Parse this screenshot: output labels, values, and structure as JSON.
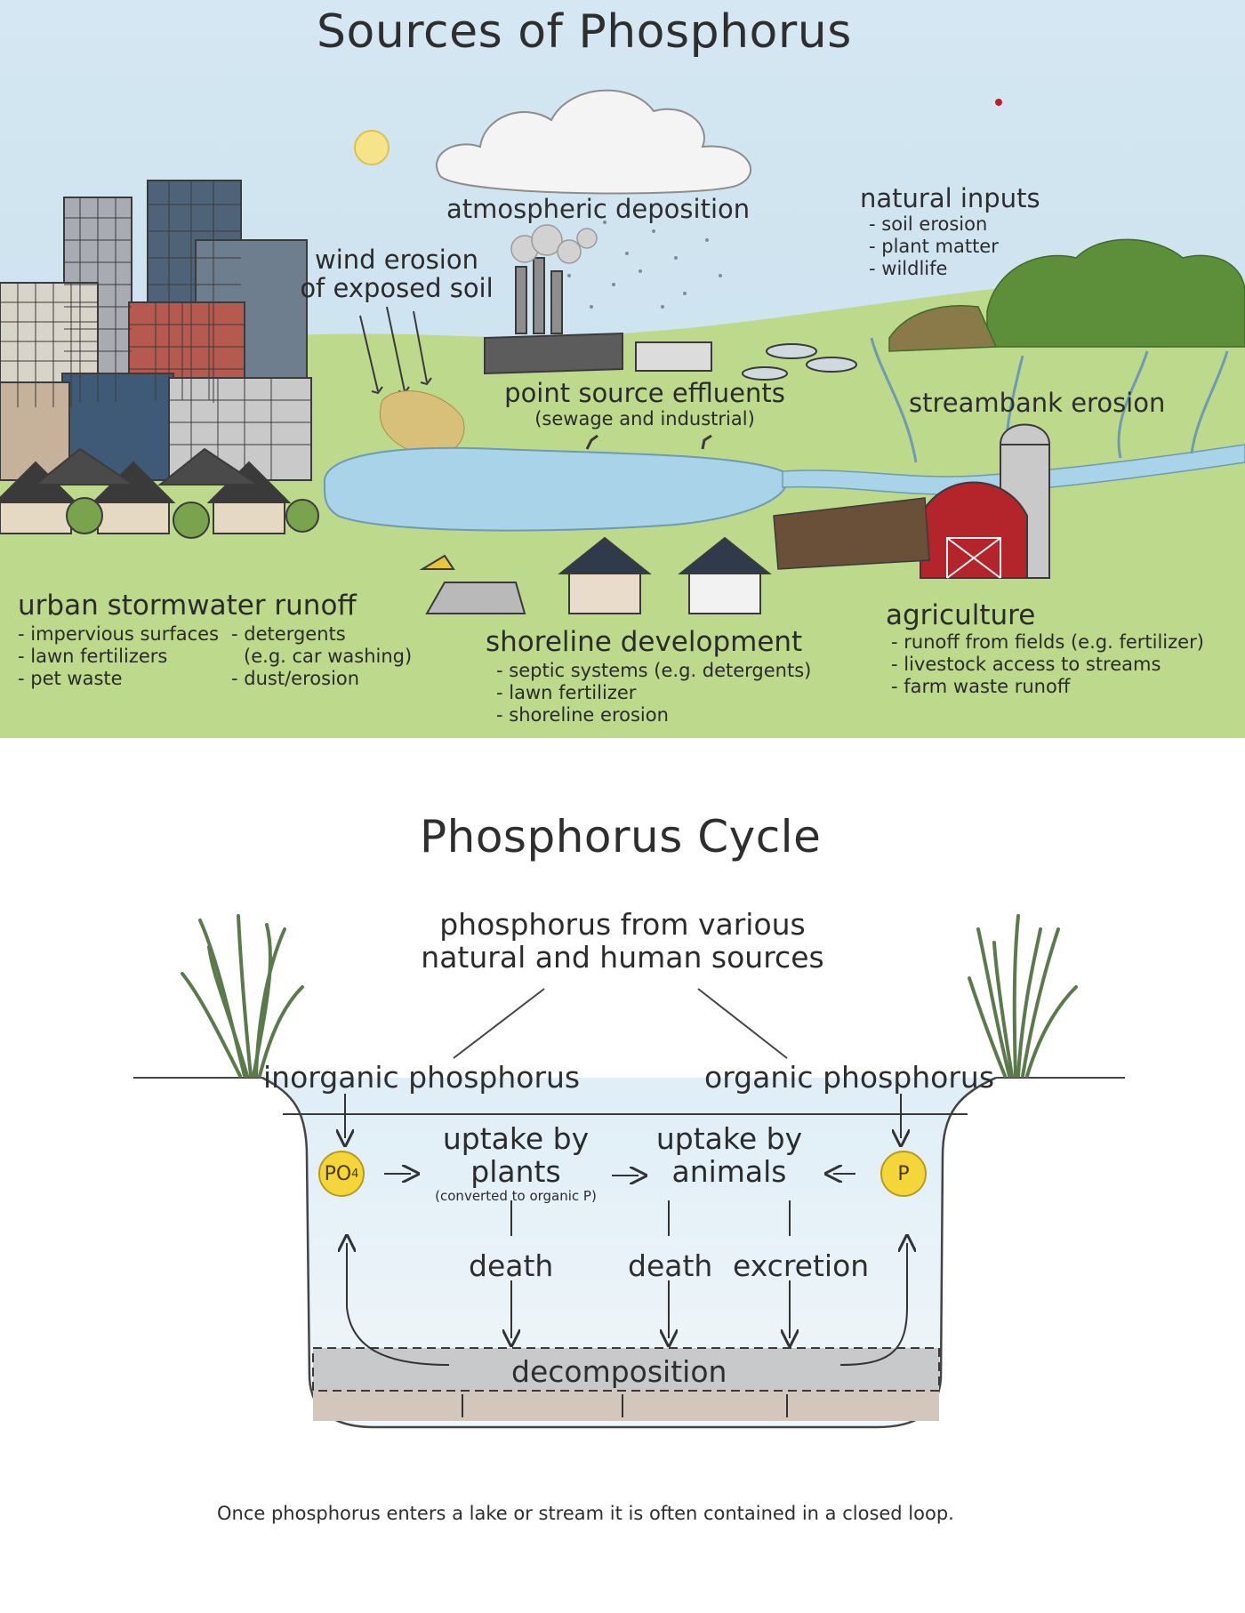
{
  "sources": {
    "title": "Sources of Phosphorus",
    "atmospheric": "atmospheric deposition",
    "natural": {
      "title": "natural inputs",
      "items": [
        "soil erosion",
        "plant matter",
        "wildlife"
      ]
    },
    "wind": {
      "line1": "wind erosion",
      "line2": "of exposed soil"
    },
    "point_source": {
      "title": "point source effluents",
      "sub": "(sewage and industrial)"
    },
    "streambank": "streambank erosion",
    "urban": {
      "title": "urban stormwater runoff",
      "col1": [
        "impervious surfaces",
        "lawn fertilizers",
        "pet waste"
      ],
      "col2_first": "detergents",
      "col2_second": "(e.g. car washing)",
      "col2_third": "dust/erosion"
    },
    "shoreline": {
      "title": "shoreline development",
      "items": [
        "septic systems (e.g. detergents)",
        "lawn fertilizer",
        "shoreline erosion"
      ]
    },
    "agriculture": {
      "title": "agriculture",
      "items": [
        "runoff from fields (e.g. fertilizer)",
        "livestock access to streams",
        "farm waste runoff"
      ]
    }
  },
  "cycle": {
    "title": "Phosphorus Cycle",
    "source_line1": "phosphorus from various",
    "source_line2": "natural and human sources",
    "inorganic": "inorganic phosphorus",
    "organic": "organic phosphorus",
    "po4": "PO",
    "po4_sub": "4",
    "p": "P",
    "plants_line1": "uptake by",
    "plants_line2": "plants",
    "plants_note": "(converted to organic P)",
    "animals_line1": "uptake by",
    "animals_line2": "animals",
    "death1": "death",
    "death2": "death",
    "excretion": "excretion",
    "decomposition": "decomposition"
  },
  "footnote": "Once phosphorus enters a lake or stream it is often contained in a closed loop.",
  "colors": {
    "sky": "#cfe3ef",
    "grass": "#bcd98c",
    "water": "#a9d3e8",
    "barn": "#b3242b",
    "sun": "#f6e48a",
    "phosphorus_circle": "#f4d63a"
  }
}
